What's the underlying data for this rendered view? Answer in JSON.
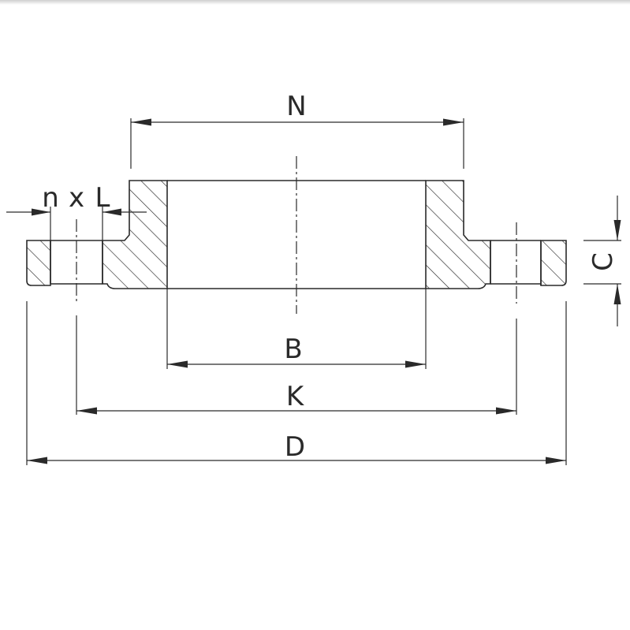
{
  "labels": {
    "n": "n",
    "x": "x",
    "L": "L",
    "N": "N",
    "B": "B",
    "K": "K",
    "D": "D",
    "C": "C"
  },
  "colors": {
    "stroke": "#2a2a2a",
    "background": "#ffffff"
  }
}
